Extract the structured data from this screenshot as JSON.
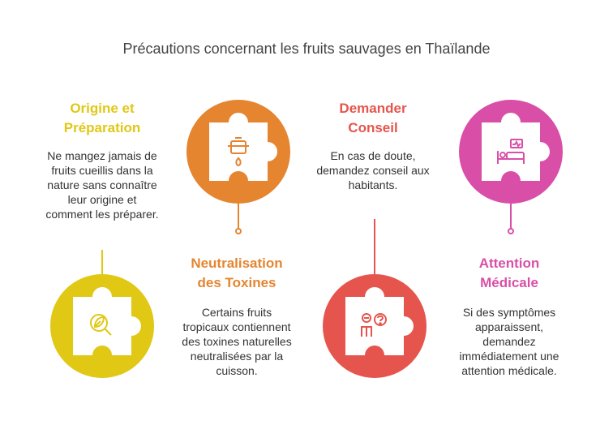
{
  "title": "Précautions concernant les fruits sauvages en Thaïlande",
  "items": [
    {
      "heading_line1": "Origine et",
      "heading_line2": "Préparation",
      "color": "#e0c814",
      "icon": "leaf-magnifier-icon",
      "desc": [
        "Ne mangez jamais de",
        "fruits cueillis dans la",
        "nature sans connaître",
        "leur origine et",
        "comment les préparer."
      ]
    },
    {
      "heading_line1": "Neutralisation",
      "heading_line2": "des Toxines",
      "color": "#e58530",
      "icon": "cooking-pot-icon",
      "desc": [
        "Certains fruits",
        "tropicaux contiennent",
        "des toxines naturelles",
        "neutralisées par la",
        "cuisson."
      ]
    },
    {
      "heading_line1": "Demander",
      "heading_line2": "Conseil",
      "color": "#e5554d",
      "icon": "person-question-icon",
      "desc": [
        "En cas de doute,",
        "demandez conseil aux",
        "habitants."
      ]
    },
    {
      "heading_line1": "Attention",
      "heading_line2": "Médicale",
      "color": "#d94fa8",
      "icon": "hospital-bed-icon",
      "desc": [
        "Si des symptômes",
        "apparaissent,",
        "demandez",
        "immédiatement une",
        "attention médicale."
      ]
    }
  ]
}
